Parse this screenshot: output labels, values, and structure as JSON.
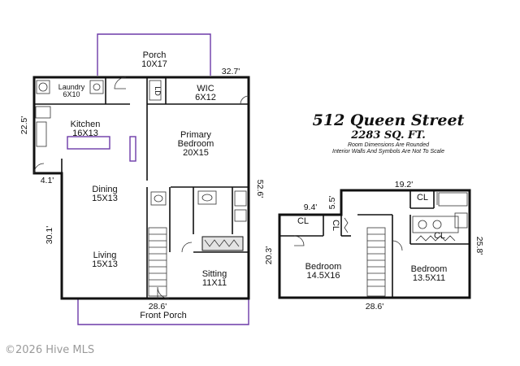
{
  "header": {
    "address": "512 Queen Street",
    "sqft": "2283 SQ. FT.",
    "note1": "Room Dimensions Are Rounded",
    "note2": "Interior Walls And Symbols Are Not To Scale"
  },
  "watermark": "©2026 Hive MLS",
  "main_floor": {
    "rooms": [
      {
        "name": "Porch",
        "dims": "10X17"
      },
      {
        "name": "Laundry",
        "dims": "6X10"
      },
      {
        "name": "Kitchen",
        "dims": "16X13"
      },
      {
        "name": "WIC",
        "dims": "6X12"
      },
      {
        "name": "Primary",
        "dims": "Bedroom"
      },
      {
        "name": "Dining",
        "dims": "15X13"
      },
      {
        "name": "Living",
        "dims": "15X13"
      },
      {
        "name": "Sitting",
        "dims": "11X11"
      }
    ],
    "primary_dims": "20X15",
    "front_porch": "Front Porch",
    "linen_code": "LD",
    "dimensions": {
      "top": "32.7'",
      "left_upper": "22.5'",
      "notch": "4.1'",
      "left_lower": "30.1'",
      "bottom": "28.6'",
      "right": "52.6'"
    }
  },
  "upper_floor": {
    "rooms": [
      {
        "name": "Bedroom",
        "dims": "14.5X16"
      },
      {
        "name": "Bedroom",
        "dims": "13.5X11"
      }
    ],
    "closet": "CL",
    "dimensions": {
      "top": "19.2'",
      "step_w": "9.4'",
      "step_h": "5.5'",
      "left": "20.3'",
      "bottom": "28.6'",
      "right": "25.8'"
    }
  }
}
